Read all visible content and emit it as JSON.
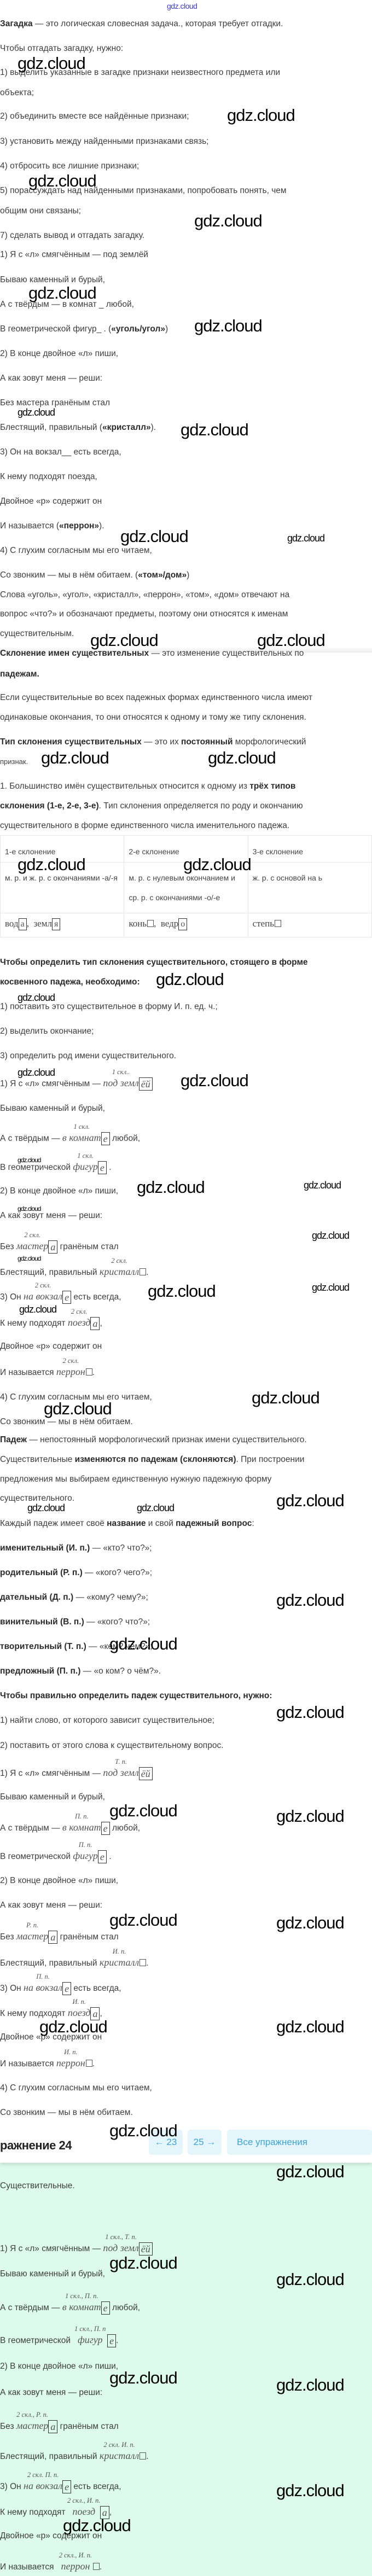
{
  "watermark": "gdz.cloud",
  "lines": [
    {
      "segs": [
        {
          "b": "Загадка"
        },
        {
          "t": " — это логическая словесная задача., которая требует отгадки."
        }
      ]
    },
    {
      "segs": [
        {
          "t": "Чтобы отгадать загадку, нужно:"
        }
      ]
    },
    {
      "segs": [
        {
          "t": "1) выделить указанные в загадке признаки неизвестного предмета или"
        }
      ]
    },
    {
      "segs": [
        {
          "t": "объекта;"
        }
      ]
    },
    {
      "segs": [
        {
          "t": "2) объединить вместе все найдённые признаки;"
        }
      ]
    },
    {
      "segs": [
        {
          "t": "3) установить между найденными признаками связь;"
        }
      ]
    },
    {
      "segs": [
        {
          "t": "4) отбросить все лишние признаки;"
        }
      ]
    },
    {
      "segs": [
        {
          "t": "5) порассуждать над найденными признаками, попробовать понять, чем"
        }
      ]
    },
    {
      "segs": [
        {
          "t": "общим они связаны;"
        }
      ]
    },
    {
      "segs": [
        {
          "t": "7) сделать вывод и отгадать загадку."
        }
      ]
    },
    {
      "segs": [
        {
          "t": "1) Я с «л» смягчённым — под землёй"
        }
      ]
    },
    {
      "segs": [
        {
          "t": "Бываю каменный и бурый,"
        }
      ]
    },
    {
      "segs": [
        {
          "t": "А с твёрдым — в комнат _ любой,"
        }
      ]
    },
    {
      "segs": [
        {
          "t": "В геометрической фигур_ . ("
        },
        {
          "b": "«уголь/угол»"
        },
        {
          "t": ")"
        }
      ]
    },
    {
      "segs": [
        {
          "t": "2) В конце двойное «л» пиши,"
        }
      ]
    },
    {
      "segs": [
        {
          "t": "А как зовут меня — реши:"
        }
      ]
    },
    {
      "segs": [
        {
          "t": "Без мастера гранёным стал"
        }
      ]
    },
    {
      "segs": [
        {
          "t": "Блестящий, правильный ("
        },
        {
          "b": "«кристалл»"
        },
        {
          "t": ")."
        }
      ]
    },
    {
      "segs": [
        {
          "t": "3) Он на вокзал__ есть всегда,"
        }
      ]
    },
    {
      "segs": [
        {
          "t": "К нему подходят поезда,"
        }
      ]
    },
    {
      "segs": [
        {
          "t": "Двойное «р» содержит он"
        }
      ]
    },
    {
      "segs": [
        {
          "t": "И называется ("
        },
        {
          "b": "«перрон»"
        },
        {
          "t": ")."
        }
      ]
    },
    {
      "segs": [
        {
          "t": "4) С глухим согласным мы его читаем,"
        }
      ]
    },
    {
      "segs": [
        {
          "t": "Со звонким — мы в нём обитаем. ("
        },
        {
          "b": "«том»/дом»"
        },
        {
          "t": ")"
        }
      ]
    },
    {
      "segs": [
        {
          "t": "Слова «уголь», «угол», «кристалл», «перрон», «том», «дом» отвечают на"
        }
      ]
    },
    {
      "segs": [
        {
          "t": "вопрос «что?» и обозначают предметы, поэтому они относятся к именам"
        }
      ]
    },
    {
      "segs": [
        {
          "t": "существительным."
        }
      ]
    },
    {
      "segs": [
        {
          "b": "Склонение имен существительных"
        },
        {
          "t": " — это изменение существительных по"
        }
      ]
    },
    {
      "segs": [
        {
          "b": "падежам."
        }
      ]
    },
    {
      "segs": [
        {
          "t": "Если существительные во всех падежных формах единственного числа имеют"
        }
      ]
    },
    {
      "segs": [
        {
          "t": "одинаковые окончания, то они относятся к одному и тому же типу склонения."
        }
      ]
    },
    {
      "segs": [
        {
          "b": "Тип склонения существительных"
        },
        {
          "t": " — это их "
        },
        {
          "b": "постоянный"
        },
        {
          "t": " морфологический"
        }
      ]
    },
    {
      "segs": [
        {
          "s": "признак."
        }
      ]
    },
    {
      "segs": [
        {
          "t": "1. Большинство имён существительных относится к одному из "
        },
        {
          "b": "трёх типов"
        }
      ]
    },
    {
      "segs": [
        {
          "b": "склонения (1-е, 2-е, 3-е)"
        },
        {
          "t": ". Тип склонения определяется по роду и окончанию"
        }
      ]
    },
    {
      "segs": [
        {
          "t": "существительного в форме единственного числа именительного падежа."
        }
      ]
    },
    {
      "segs": [
        {
          "b": "Чтобы определить тип склонения существительного, стоящего в форме"
        }
      ]
    },
    {
      "segs": [
        {
          "b": "косвенного падежа, необходимо:"
        }
      ]
    },
    {
      "segs": [
        {
          "t": "1) поставить это существительное в форму И. п. ед. ч.;"
        }
      ]
    },
    {
      "segs": [
        {
          "t": "2) выделить окончание;"
        }
      ]
    },
    {
      "segs": [
        {
          "t": "3) определить род имени существительного."
        }
      ]
    },
    {
      "segs": [
        {
          "t": "1) Я с «л» смягчённым — "
        },
        {
          "i": "под земл",
          "note": "1 скл.."
        },
        {
          "box": "ёй"
        }
      ]
    },
    {
      "segs": [
        {
          "t": "Бываю каменный и бурый,"
        }
      ]
    },
    {
      "segs": [
        {
          "t": "А с твёрдым — "
        },
        {
          "i": "в комнат",
          "note": "1 скл."
        },
        {
          "box": "е"
        },
        {
          "t": " любой,"
        }
      ]
    },
    {
      "segs": [
        {
          "t": "В геометрической "
        },
        {
          "i": "фигур",
          "note": "1 скл."
        },
        {
          "box": "е"
        },
        {
          "t": " ."
        }
      ]
    },
    {
      "segs": [
        {
          "t": "2) В конце двойное «л» пиши,"
        }
      ]
    },
    {
      "segs": [
        {
          "t": "А как зовут меня — реши:"
        }
      ]
    },
    {
      "segs": [
        {
          "t": "Без "
        },
        {
          "i": "мастер",
          "note": "2 скл."
        },
        {
          "box": "а"
        },
        {
          "t": " гранёным стал"
        }
      ]
    },
    {
      "segs": [
        {
          "t": "Блестящий, правильный "
        },
        {
          "i": "кристалл",
          "note": "2 скл."
        },
        {
          "empty": "□"
        },
        {
          "t": "."
        }
      ]
    },
    {
      "segs": [
        {
          "t": "3) Он "
        },
        {
          "i": "на вокзал",
          "note": "2 скл."
        },
        {
          "box": "е"
        },
        {
          "t": " есть всегда,"
        }
      ]
    },
    {
      "segs": [
        {
          "t": "К нему подходят "
        },
        {
          "i": "поезд",
          "note": "2 скл."
        },
        {
          "box": "а"
        },
        {
          "t": ","
        }
      ]
    },
    {
      "segs": [
        {
          "t": "Двойное «р» содержит он"
        }
      ]
    },
    {
      "segs": [
        {
          "t": "И называется "
        },
        {
          "i": "перрон",
          "note": "2 скл."
        },
        {
          "empty": "□"
        },
        {
          "t": "."
        }
      ]
    },
    {
      "segs": [
        {
          "t": "4) С глухим согласным мы его читаем,"
        }
      ]
    },
    {
      "segs": [
        {
          "t": "Со звонким — мы в нём обитаем."
        }
      ]
    },
    {
      "segs": [
        {
          "b": "Падеж"
        },
        {
          "t": " — непостоянный морфологический признак имени существительного."
        }
      ]
    },
    {
      "segs": [
        {
          "t": "Существительные "
        },
        {
          "b": "изменяются по падежам (склоняются)"
        },
        {
          "t": ". При построении"
        }
      ]
    },
    {
      "segs": [
        {
          "t": "предложения мы выбираем единственную нужную падежную форму"
        }
      ]
    },
    {
      "segs": [
        {
          "t": "существительного."
        }
      ]
    },
    {
      "segs": [
        {
          "t": "Каждый падеж имеет своё "
        },
        {
          "b": "название"
        },
        {
          "t": " и свой "
        },
        {
          "b": "падежный вопрос"
        },
        {
          "t": ":"
        }
      ]
    },
    {
      "segs": [
        {
          "b": "именительный (И. п.)"
        },
        {
          "t": " — «кто? что?»;"
        }
      ]
    },
    {
      "segs": [
        {
          "b": "родительный (Р. п.)"
        },
        {
          "t": " — «кого? чего?»;"
        }
      ]
    },
    {
      "segs": [
        {
          "b": "дательный (Д. п.)"
        },
        {
          "t": " — «кому? чему?»;"
        }
      ]
    },
    {
      "segs": [
        {
          "b": "винительный (В. п.)"
        },
        {
          "t": " — «кого? что?»;"
        }
      ]
    },
    {
      "segs": [
        {
          "b": "творительный (Т. п.)"
        },
        {
          "t": " — «кем? чем?»;"
        }
      ]
    },
    {
      "segs": [
        {
          "b": "предложный (П. п.)"
        },
        {
          "t": " — «о ком? о чём?»."
        }
      ]
    },
    {
      "segs": [
        {
          "b": "Чтобы правильно определить падеж существительного, нужно:"
        }
      ]
    },
    {
      "segs": [
        {
          "t": "1) найти слово, от которого зависит существительное;"
        }
      ]
    },
    {
      "segs": [
        {
          "t": "2) поставить от этого слова к существительному вопрос."
        }
      ]
    },
    {
      "segs": [
        {
          "t": "1) Я с «л» смягчённым — "
        },
        {
          "i": "под земл",
          "note": "Т. п."
        },
        {
          "box": "ёй"
        }
      ]
    },
    {
      "segs": [
        {
          "t": "Бываю каменный и бурый,"
        }
      ]
    },
    {
      "segs": [
        {
          "t": "А с твёрдым — "
        },
        {
          "i": "в комнат",
          "note": "П. п."
        },
        {
          "box": "е"
        },
        {
          "t": " любой,"
        }
      ]
    },
    {
      "segs": [
        {
          "t": "В геометрической "
        },
        {
          "i": "фигур",
          "note": "П. п."
        },
        {
          "box": "е"
        },
        {
          "t": " ."
        }
      ]
    },
    {
      "segs": [
        {
          "t": "2) В конце двойное «л» пиши,"
        }
      ]
    },
    {
      "segs": [
        {
          "t": "А как зовут меня — реши:"
        }
      ]
    },
    {
      "segs": [
        {
          "t": "Без "
        },
        {
          "i": "мастер",
          "note": "Р. п."
        },
        {
          "box": "а"
        },
        {
          "t": " гранёным стал"
        }
      ]
    },
    {
      "segs": [
        {
          "t": "Блестящий, правильный "
        },
        {
          "i": "кристалл",
          "note": "И. п."
        },
        {
          "empty": "□"
        },
        {
          "t": "."
        }
      ]
    },
    {
      "segs": [
        {
          "t": "3) Он "
        },
        {
          "i": "на вокзал",
          "note": "П. п."
        },
        {
          "box": "е"
        },
        {
          "t": " есть всегда,"
        }
      ]
    },
    {
      "segs": [
        {
          "t": "К нему подходят "
        },
        {
          "i": "поезд",
          "note": "И. п."
        },
        {
          "box": "а"
        },
        {
          "t": ","
        }
      ]
    },
    {
      "segs": [
        {
          "t": "Двойное «р» содержит он"
        }
      ]
    },
    {
      "segs": [
        {
          "t": "И называется "
        },
        {
          "i": "перрон",
          "note": "И. п."
        },
        {
          "empty": "□"
        },
        {
          "t": "."
        }
      ]
    },
    {
      "segs": [
        {
          "t": "4) С глухим согласным мы его читаем,"
        }
      ]
    },
    {
      "segs": [
        {
          "t": "Со звонким — мы в нём обитаем."
        }
      ]
    },
    {
      "segs": [
        {
          "t": "Существительные."
        }
      ]
    },
    {
      "segs": [
        {
          "t": "1) Я с «л» смягчённым — "
        },
        {
          "i": "под земл",
          "note": "1 скл., Т. п."
        },
        {
          "box": "ёй"
        }
      ]
    },
    {
      "segs": [
        {
          "t": "Бываю каменный и бурый,"
        }
      ]
    },
    {
      "segs": [
        {
          "t": "А с твёрдым — "
        },
        {
          "i": "в комнат",
          "note": "1 скл., П. п."
        },
        {
          "box": "е"
        },
        {
          "t": " любой,"
        }
      ]
    },
    {
      "segs": [
        {
          "t": "В геометрической   "
        },
        {
          "i": "фигур",
          "note": "1 скл., П. п"
        },
        {
          "t": "  "
        },
        {
          "box": "е"
        },
        {
          "t": "."
        }
      ]
    },
    {
      "segs": [
        {
          "t": "2) В конце двойное «л» пиши,"
        }
      ]
    },
    {
      "segs": [
        {
          "t": "А как зовут меня — реши:"
        }
      ]
    },
    {
      "segs": [
        {
          "t": "Без "
        },
        {
          "i": "мастер",
          "note": "2 скл., Р. п."
        },
        {
          "box": "а"
        },
        {
          "t": " гранёным стал"
        }
      ]
    },
    {
      "segs": [
        {
          "t": "Блестящий, правильный "
        },
        {
          "i": "кристалл",
          "note": "2 скл. И. п."
        },
        {
          "empty": "□"
        },
        {
          "t": "."
        }
      ]
    },
    {
      "segs": [
        {
          "t": "3) Он "
        },
        {
          "i": "на вокзал",
          "note": "2 скл. П. п."
        },
        {
          "box": "е"
        },
        {
          "t": " есть всегда,"
        }
      ]
    },
    {
      "segs": [
        {
          "t": "К нему подходят   "
        },
        {
          "i": "поезд",
          "note": "2 скл., И. п."
        },
        {
          "t": "  "
        },
        {
          "box": "а"
        },
        {
          "t": ","
        }
      ]
    },
    {
      "segs": [
        {
          "t": "Двойное «р» содержит он"
        }
      ]
    },
    {
      "segs": [
        {
          "t": "И называется   "
        },
        {
          "i": "перрон",
          "note": "2 скл., И. п."
        },
        {
          "t": " "
        },
        {
          "empty": "□"
        },
        {
          "t": "."
        }
      ]
    }
  ],
  "declension_table": {
    "headers": [
      "1-е склонение",
      "2-е склонение",
      "3-е склонение"
    ],
    "descriptions": [
      "м. р. и ж. р. с окончаниями -а/-я",
      "м. р. с нулевым окончанием и ср. р. с окончаниями -о/-е",
      "ж. р. с основой на ь"
    ],
    "examples": [
      [
        {
          "t": "вод"
        },
        {
          "box": "а"
        },
        {
          "t": ",  земл"
        },
        {
          "box": "я"
        }
      ],
      [
        {
          "t": "конь"
        },
        {
          "empty": "□"
        },
        {
          "t": ",  ведр"
        },
        {
          "box": "о"
        }
      ],
      [
        {
          "t": "степь"
        },
        {
          "empty": "□"
        }
      ]
    ]
  },
  "exercise_nav": {
    "title": "ражнение 24",
    "prev_label": "← 23",
    "next_label": "25 →",
    "all_label": "Все упражнения"
  }
}
